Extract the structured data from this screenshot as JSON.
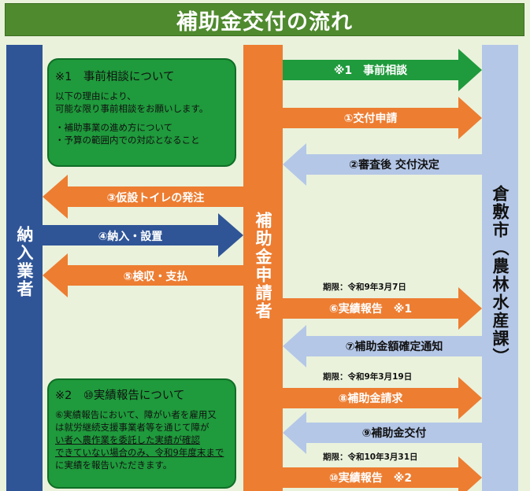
{
  "title": "補助金交付の流れ",
  "actors": {
    "vendor": "納入業者",
    "applicant": "補助金申請者",
    "city": "倉敷市（農林水産課）"
  },
  "notes": [
    {
      "heading": "※1　事前相談について",
      "lines": [
        "以下の理由により、",
        "可能な限り事前相談をお願いします。",
        "",
        "・補助事業の進め方について",
        "・予算の範囲内での対応となること"
      ]
    },
    {
      "heading": "※2　⑩実績報告について",
      "lines": [
        "⑥実績報告において、障がい者を雇用又",
        "は就労継続支援事業者等を通じて障が",
        "い者へ農作業を委託した実績が確認",
        "できていない場合のみ、令和9年度末まで",
        "に実績を報告いただきます。"
      ]
    }
  ],
  "steps": [
    {
      "label": "※1　事前相談",
      "direction": "to-city",
      "color": "#1f9a3c"
    },
    {
      "label": "①交付申請",
      "direction": "to-city",
      "color": "#ed7d31"
    },
    {
      "label": "②審査後 交付決定",
      "direction": "to-applicant",
      "color": "#b4c7e7"
    },
    {
      "label": "③仮設トイレの発注",
      "direction": "to-vendor",
      "color": "#ed7d31"
    },
    {
      "label": "④納入・設置",
      "direction": "to-applicant",
      "color": "#2f5597"
    },
    {
      "label": "⑤検収・支払",
      "direction": "to-vendor",
      "color": "#ed7d31"
    },
    {
      "label": "⑥実績報告　※1",
      "direction": "to-city",
      "color": "#ed7d31",
      "deadline": "期限：令和9年3月7日"
    },
    {
      "label": "⑦補助金額確定通知",
      "direction": "to-applicant",
      "color": "#b4c7e7"
    },
    {
      "label": "⑧補助金請求",
      "direction": "to-city",
      "color": "#ed7d31",
      "deadline": "期限：令和9年3月19日"
    },
    {
      "label": "⑨補助金交付",
      "direction": "to-applicant",
      "color": "#b4c7e7"
    },
    {
      "label": "⑩実績報告　※2",
      "direction": "to-city",
      "color": "#ed7d31",
      "deadline": "期限：令和10年3月31日"
    }
  ],
  "colors": {
    "title_bg": "#4f8a2e",
    "vendor_column": "#2f5597",
    "applicant_column": "#ed7d31",
    "city_column": "#b4c7e7",
    "note_box": "#1f9a3c",
    "background": "#eaf2dc"
  }
}
